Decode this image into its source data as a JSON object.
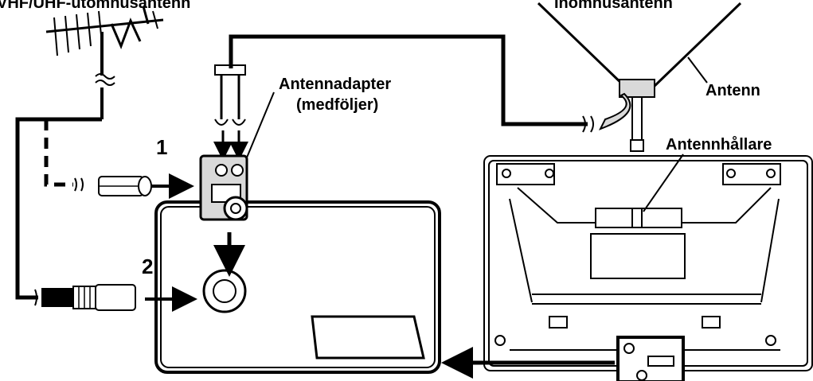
{
  "labels": {
    "vhf_uhf_antenna": "VHF/UHF-utomhusantenn",
    "indoor_antenna": "Inomhusantenn",
    "antenna_adapter_line1": "Antennadapter",
    "antenna_adapter_line2": "(medföljer)",
    "antenna": "Antenn",
    "antenna_holder": "Antennhållare",
    "step1": "1",
    "step2": "2"
  }
}
